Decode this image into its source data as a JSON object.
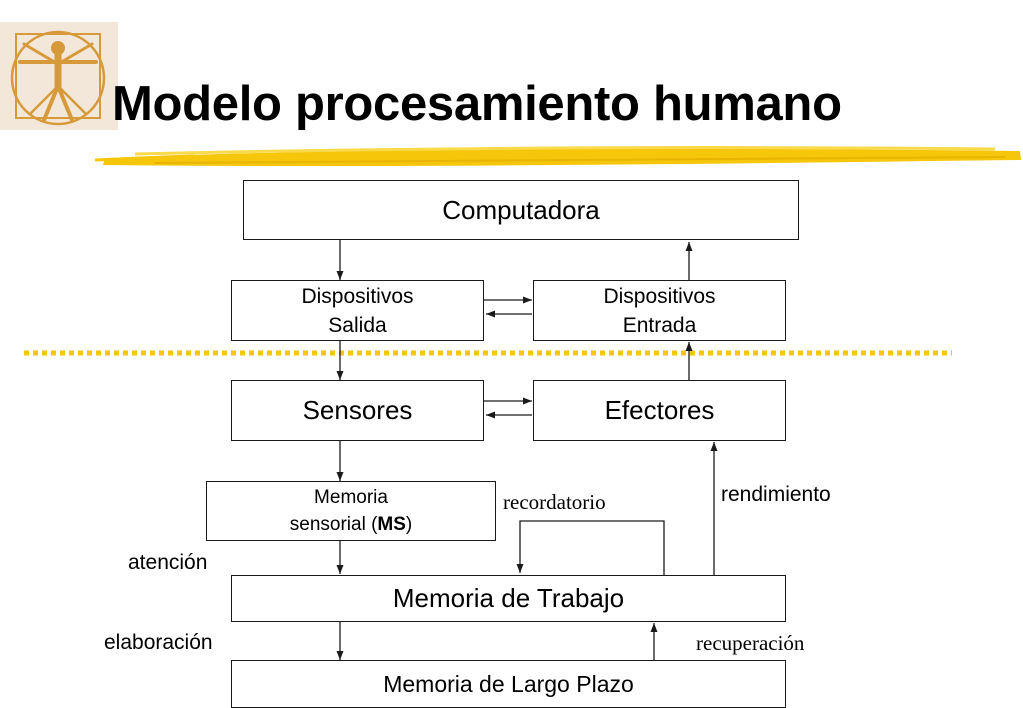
{
  "title": "Modelo procesamiento humano",
  "boxes": {
    "computadora": "Computadora",
    "disp_salida": [
      "Dispositivos",
      "Salida"
    ],
    "disp_entrada": [
      "Dispositivos",
      "Entrada"
    ],
    "sensores": "Sensores",
    "efectores": "Efectores",
    "memoria_sensorial": {
      "line1": "Memoria",
      "line2_prefix": "sensorial (",
      "line2_bold": "MS",
      "line2_suffix": ")"
    },
    "memoria_trabajo": "Memoria de Trabajo",
    "memoria_largo_plazo": "Memoria de Largo Plazo"
  },
  "labels": {
    "recordatorio": "recordatorio",
    "rendimiento": "rendimiento",
    "atencion": "atención",
    "elaboracion": "elaboración",
    "recuperacion": "recuperación"
  },
  "colors": {
    "accent_yellow": "#f5c60a",
    "stroke": "#1a1a1a"
  },
  "icons": {
    "logo": "vitruvian-man-icon"
  }
}
